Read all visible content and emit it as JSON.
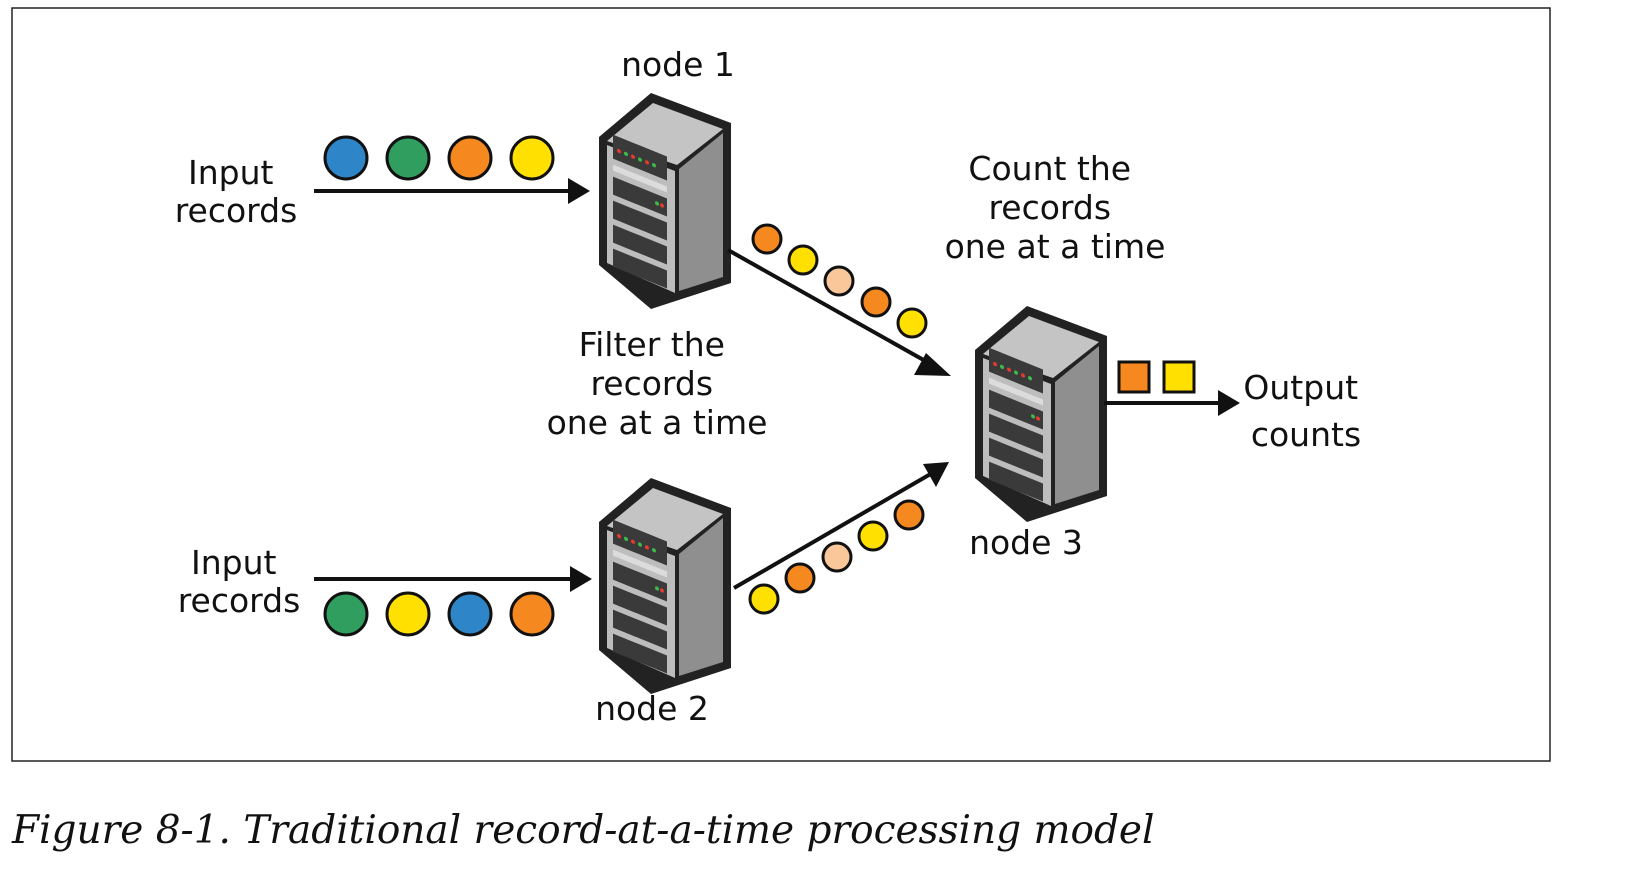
{
  "diagram": {
    "nodes": [
      {
        "id": "node1",
        "label": "node 1"
      },
      {
        "id": "node2",
        "label": "node 2"
      },
      {
        "id": "node3",
        "label": "node 3"
      }
    ],
    "input_top": [
      "Input",
      "records"
    ],
    "input_bottom": [
      "Input",
      "records"
    ],
    "filter_label": [
      "Filter the",
      "records",
      "one at a time"
    ],
    "count_label": [
      "Count the",
      "records",
      "one at a time"
    ],
    "output_label": [
      "Output",
      "counts"
    ],
    "colors": {
      "blue": "#2e86c8",
      "green": "#2f9e5e",
      "orange": "#f5891f",
      "yellow": "#ffe000",
      "peach": "#f9c79a"
    },
    "records": {
      "input_top": [
        "blue",
        "green",
        "orange",
        "yellow"
      ],
      "input_bottom": [
        "green",
        "yellow",
        "blue",
        "orange"
      ],
      "node1_to_node3": [
        "orange",
        "yellow",
        "peach",
        "orange",
        "yellow"
      ],
      "node2_to_node3": [
        "yellow",
        "orange",
        "peach",
        "yellow",
        "orange"
      ],
      "output_counts": [
        "orange",
        "yellow"
      ]
    }
  },
  "caption": "Figure 8-1. Traditional record-at-a-time processing model"
}
